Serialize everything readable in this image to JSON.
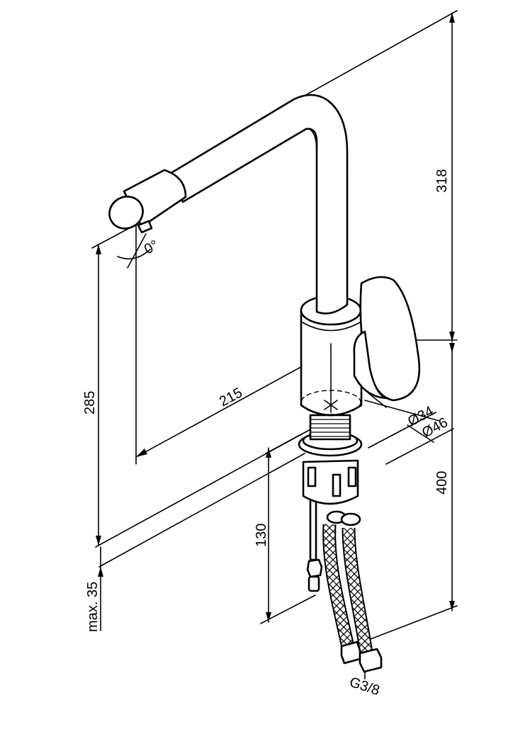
{
  "drawing": {
    "angle_label": "0°",
    "dimensions": {
      "overall_height": "318",
      "spout_height": "285",
      "spout_reach": "215",
      "body_diameter": "Ø34",
      "base_diameter": "Ø46",
      "hose_length": "400",
      "stud_length": "130",
      "max_thickness": "max. 35",
      "thread": "G3/8"
    }
  }
}
